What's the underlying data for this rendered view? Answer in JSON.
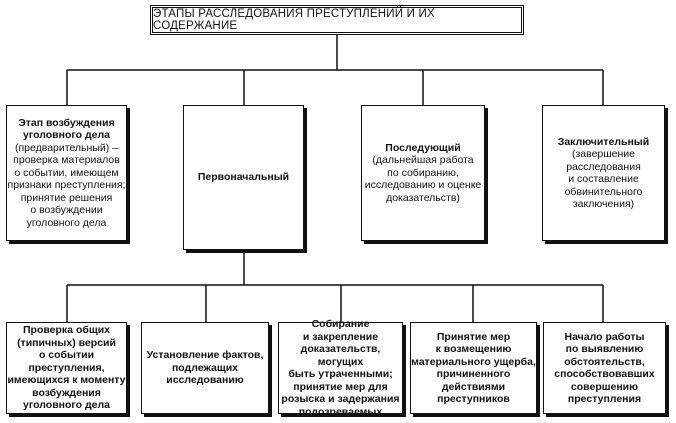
{
  "title": "ЭТАПЫ РАССЛЕДОВАНИЯ ПРЕСТУПЛЕНИЙ И ИХ СОДЕРЖАНИЕ",
  "stages": [
    {
      "heading": "Этап возбуждения\nуголовного дела",
      "text": "(предварительный) –\nпроверка материалов\nо событии, имеющем\nпризнаки преступления;\nпринятие решения\nо возбуждении\nуголовного дела"
    },
    {
      "heading": "Первоначальный",
      "text": ""
    },
    {
      "heading": "Последующий",
      "text": "(дальнейшая работа\nпо собиранию,\nисследованию и оценке\nдоказательств)"
    },
    {
      "heading": "Заключительный",
      "text": "(завершение\nрасследования\nи составление\nобвинительного\nзаключения)"
    }
  ],
  "initial_stage_tasks": [
    {
      "text": "Проверка общих\n(типичных) версий\nо событии преступления,\nимеющихся к моменту\nвозбуждения\nуголовного дела"
    },
    {
      "text": "Установление фактов,\nподлежащих\nисследованию"
    },
    {
      "text": "Собирание\nи закрепление\nдоказательств, могущих\nбыть утраченными;\nпринятие мер для\nрозыска и задержания\nподозреваемых"
    },
    {
      "text": "Принятие мер\nк возмещению\nматериального ущерба,\nпричиненного\nдействиями преступников"
    },
    {
      "text": "Начало работы\nпо выявлению\nобстоятельств,\nспособствовавших\nсовершению\nпреступления"
    }
  ]
}
